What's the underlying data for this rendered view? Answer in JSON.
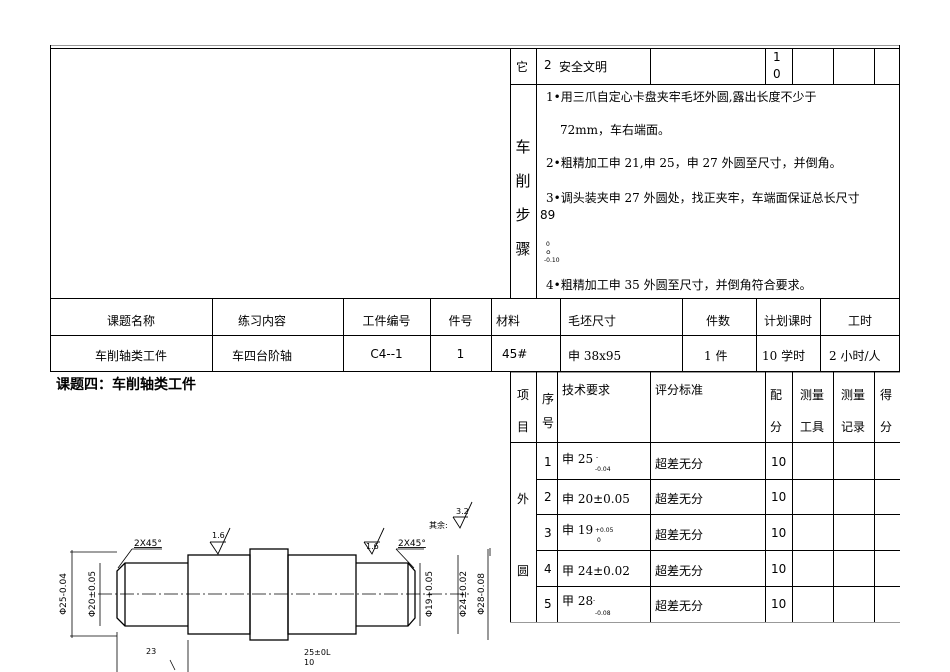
{
  "upper": {
    "row_other_tail": "它",
    "row_safety": {
      "no": "2",
      "name": "安全文明",
      "score_top": "1",
      "score_bottom": "0"
    },
    "steps_label": [
      "车",
      "削",
      "步",
      "骤"
    ],
    "steps": [
      "1•用三爪自定心卡盘夹牢毛坯外圆,露出长度不少于",
      "72mm，车右端面。",
      "2•粗精加工申 21,申 25，申 27 外圆至尺寸，并倒角。",
      "3•调头装夹申 27 外圆处，找正夹牢，车端面保证总长尺寸",
      "89",
      "0",
      "-0.10",
      "。",
      "4•粗精加工申 35 外圆至尺寸，并倒角符合要求。"
    ]
  },
  "info_table": {
    "headers": [
      "课题名称",
      "练习内容",
      "工件编号",
      "件号",
      "材料",
      "毛坯尺寸",
      "件数",
      "计划课时",
      "工时"
    ],
    "values": [
      "车削轴类工件",
      "车四台阶轴",
      "C4--1",
      "1",
      "45#",
      "申 38x95",
      "1 件",
      "10 学时",
      "2 小时/人"
    ]
  },
  "page_title": "课题四：车削轴类工件",
  "score_table": {
    "headers": {
      "item": [
        "项",
        "目"
      ],
      "seq": [
        "序",
        "号"
      ],
      "tech": "技术要求",
      "standard": "评分标准",
      "points": [
        "配",
        "分"
      ],
      "tool": [
        "测量",
        "工具"
      ],
      "record": [
        "测量",
        "记录"
      ],
      "score": [
        "得",
        "分"
      ]
    },
    "group_label": [
      "外",
      "圆"
    ],
    "rows": [
      {
        "no": "1",
        "tech": "申 25",
        "tol_top": "-",
        "tol_bottom": "-0.04",
        "standard": "超差无分",
        "points": "10"
      },
      {
        "no": "2",
        "tech": "申 20±0.05",
        "tol_top": "",
        "tol_bottom": "",
        "standard": "超差无分",
        "points": "10"
      },
      {
        "no": "3",
        "tech": "申 19",
        "tol_top": "+0.05",
        "tol_bottom": "0",
        "standard": "超差无分",
        "points": "10"
      },
      {
        "no": "4",
        "tech": "甲 24±0.02",
        "tol_top": "",
        "tol_bottom": "",
        "standard": "超差无分",
        "points": "10"
      },
      {
        "no": "5",
        "tech": "甲 28",
        "tol_top": "-",
        "tol_bottom": "-0.08",
        "standard": "超差无分",
        "points": "10"
      }
    ]
  },
  "drawing": {
    "chamfer_left": "2X45°",
    "chamfer_right": "2X45°",
    "rough_left": "1.6",
    "rough_right": "1.6",
    "rough_rest_label": "其余:",
    "rough_rest": "3.2",
    "dia_left_outer": "Φ25-0.04",
    "dia_left_inner": "Φ20±0.05",
    "dia_right_1": "Φ19+0.05",
    "dia_right_2": "Φ24±0.02",
    "dia_right_3": "Φ28-0.08",
    "len_left": "23",
    "len_mid": "25±0L",
    "len_mid_2": "10"
  }
}
